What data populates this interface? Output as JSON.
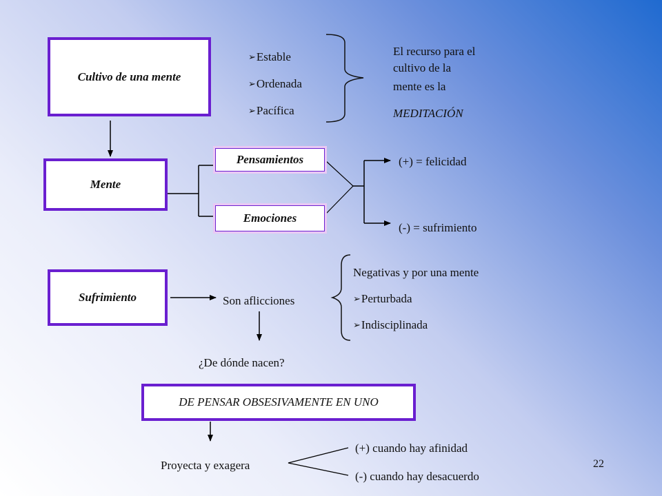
{
  "colors": {
    "box_border": "#6a1fd0",
    "pill_border": "#e9c9f4"
  },
  "bullet_icon": "arrowhead-bullet",
  "section1": {
    "box": "Cultivo de una mente",
    "bullets": [
      "Estable",
      "Ordenada",
      "Pacífica"
    ],
    "note_lines": [
      "El recurso para el",
      "cultivo de la",
      "mente es la"
    ],
    "note_emphasis": "MEDITACIÓN"
  },
  "section2": {
    "box": "Mente",
    "thoughts": "Pensamientos",
    "emotions": "Emociones",
    "positive": "(+) = felicidad",
    "negative": "(-) = sufrimiento"
  },
  "section3": {
    "box": "Sufrimiento",
    "afflictions": "Son aflicciones",
    "question": "¿De dónde nacen?",
    "negatives_heading": "Negativas y por una mente",
    "bullets": [
      "Perturbada",
      "Indisciplinada"
    ]
  },
  "section4": {
    "box": "DE PENSAR OBSESIVAMENTE EN UNO",
    "projects": "Proyecta y exagera",
    "affinity": "(+) cuando hay afinidad",
    "disagreement": "(-) cuando hay desacuerdo"
  },
  "page_number": "22"
}
